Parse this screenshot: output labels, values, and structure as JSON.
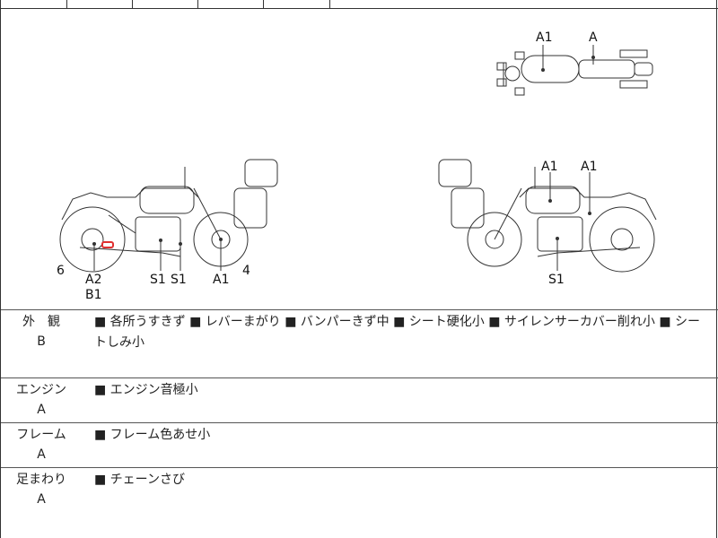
{
  "diagram": {
    "labels": {
      "top_a1": "A1",
      "top_a": "A",
      "left_num6": "6",
      "left_a2": "A2",
      "left_b1": "B1",
      "left_s1a": "S1",
      "left_s1b": "S1",
      "left_a1": "A1",
      "left_num4": "4",
      "right_a1a": "A1",
      "right_a1b": "A1",
      "right_s1": "S1"
    },
    "colors": {
      "line": "#333333",
      "damage_mark": "#e03030"
    }
  },
  "rows": [
    {
      "name": "外　観",
      "grade": "B",
      "text": "■ 各所うすきず ■ レバーまがり ■ バンパーきず中 ■ シート硬化小 ■ サイレンサーカバー削れ小 ■ シートしみ小"
    },
    {
      "name": "エンジン",
      "grade": "A",
      "text": "■ エンジン音極小"
    },
    {
      "name": "フレーム",
      "grade": "A",
      "text": "■ フレーム色あせ小"
    },
    {
      "name": "足まわり",
      "grade": "A",
      "text": "■ チェーンさび"
    }
  ]
}
